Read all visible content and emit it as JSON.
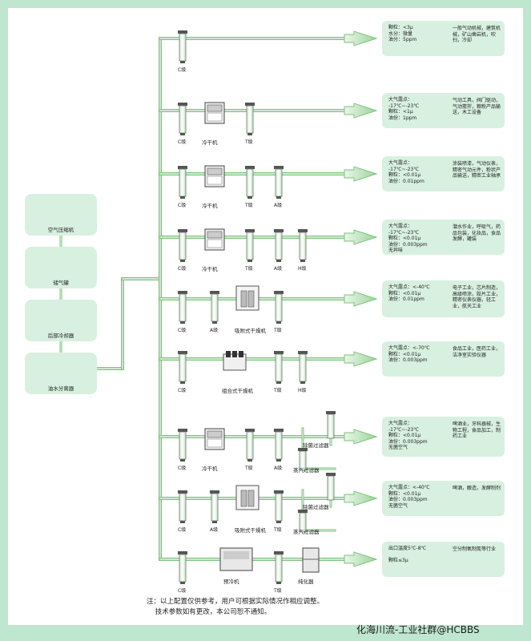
{
  "sources": [
    {
      "label": "空气压缩机",
      "icon": "air-compressor-icon"
    },
    {
      "label": "储气罐",
      "icon": "air-tank-icon"
    },
    {
      "label": "后部冷却器",
      "icon": "aftercooler-fan-icon"
    },
    {
      "label": "油水分离器",
      "icon": "oil-water-separator-icon"
    }
  ],
  "lines": [
    {
      "devices": [
        {
          "kind": "filter",
          "label": "C级"
        }
      ],
      "spec": "颗粒：<3μ\n水分：微量\n油分：5ppm",
      "app": "一般气动机械，建筑机械，矿山凿岩机，吹扫，冷却"
    },
    {
      "devices": [
        {
          "kind": "filter",
          "label": "C级"
        },
        {
          "kind": "dryer",
          "label": "冷干机"
        },
        {
          "kind": "filter",
          "label": "T级"
        }
      ],
      "spec": "大气露点：\n-17℃~-23℃\n颗粒：<1μ\n油份：1ppm",
      "app": "气动工具，阀门驱动，气动搅拌，粮粉产品输送，木工设备"
    },
    {
      "devices": [
        {
          "kind": "filter",
          "label": "C级"
        },
        {
          "kind": "dryer",
          "label": "冷干机"
        },
        {
          "kind": "filter",
          "label": "T级"
        },
        {
          "kind": "filter",
          "label": "A级"
        }
      ],
      "spec": "大气露点：\n-17℃~-23℃\n颗粒：<0.01μ\n油份：0.01ppm",
      "app": "涂装喷漆，气动仪表，精密气动元件，粉状产品输送，精密工业轴承"
    },
    {
      "devices": [
        {
          "kind": "filter",
          "label": "C级"
        },
        {
          "kind": "dryer",
          "label": "冷干机"
        },
        {
          "kind": "filter",
          "label": "T级"
        },
        {
          "kind": "filter",
          "label": "A级"
        },
        {
          "kind": "filter",
          "label": "H级"
        }
      ],
      "spec": "大气露点：\n-17℃~-23℃\n颗粒：<0.01μ\n油份：0.003ppm\n无异味",
      "app": "潜水作业，呼吸气，药品包装，化妆品，食品发酵，罐装"
    },
    {
      "devices": [
        {
          "kind": "filter",
          "label": "C级"
        },
        {
          "kind": "filter",
          "label": "A级"
        },
        {
          "kind": "adsorb",
          "label": "吸附式干燥机"
        },
        {
          "kind": "filter",
          "label": "T级"
        }
      ],
      "spec": "大气露点：<-40℃\n颗粒：<0.01μ\n油份：0.01ppm",
      "app": "电子工业，芯片制造，高级喷涂，胶片工业，精密仪表仪器，轻工业，航天工业"
    },
    {
      "devices": [
        {
          "kind": "filter",
          "label": "C级"
        },
        {
          "kind": "combo",
          "label": "组合式干燥机"
        },
        {
          "kind": "filter",
          "label": "T级"
        },
        {
          "kind": "filter",
          "label": "H级"
        }
      ],
      "spec": "大气露点：<-70℃\n颗粒：<0.01μ\n油份：0.003ppm",
      "app": "食品工业，医药工业，洁净室实验仪器"
    },
    {
      "devices": [
        {
          "kind": "filter",
          "label": "C级"
        },
        {
          "kind": "dryer",
          "label": "冷干机"
        },
        {
          "kind": "filter",
          "label": "T级"
        },
        {
          "kind": "filter",
          "label": "A级"
        }
      ],
      "extra": [
        {
          "kind": "filter",
          "label": "蒸汽过滤器"
        },
        {
          "kind": "filter",
          "label": "除菌过滤器"
        }
      ],
      "spec": "大气露点：\n-17℃~-23℃\n颗粒：<0.01μ\n油份：0.003ppm\n无菌空气",
      "app": "啤酒业，牙科器械，生物工程，食品加工，制药工业"
    },
    {
      "devices": [
        {
          "kind": "filter",
          "label": "C级"
        },
        {
          "kind": "filter",
          "label": "A级"
        },
        {
          "kind": "adsorb",
          "label": "吸附式干燥机"
        },
        {
          "kind": "filter",
          "label": "T级"
        }
      ],
      "extra": [
        {
          "kind": "filter",
          "label": "蒸汽过滤器"
        },
        {
          "kind": "filter",
          "label": "除菌过滤器"
        }
      ],
      "spec": "大气露点：<-40℃\n颗粒：<0.01μ\n油份：0.003ppm\n无菌空气",
      "app": "啤酒，酿造，发酵制剂"
    },
    {
      "devices": [
        {
          "kind": "filter",
          "label": "C级"
        },
        {
          "kind": "precooler",
          "label": "预冷机"
        },
        {
          "kind": "filter",
          "label": "T级"
        },
        {
          "kind": "purifier",
          "label": "纯化器"
        }
      ],
      "spec": "出口温度5℃-8℃\n\n颗粒≤3μ",
      "app": "空分制氧制氮等行业"
    }
  ],
  "note": "注：以上配置仅供参考，用户可根据实际情况作相应调整。\n    技术参数如有更改，本公司恕不通知。",
  "watermark": "化海川流-工业社群@HCBBS"
}
